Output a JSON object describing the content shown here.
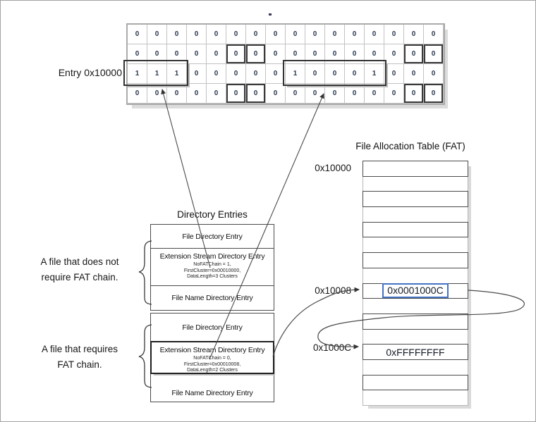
{
  "bitmap": {
    "entry_label": "Entry 0x10000",
    "rows": [
      [
        "0",
        "0",
        "0",
        "0",
        "0",
        "0",
        "0",
        "0",
        "0",
        "0",
        "0",
        "0",
        "0",
        "0",
        "0",
        "0"
      ],
      [
        "0",
        "0",
        "0",
        "0",
        "0",
        "0",
        "0",
        "0",
        "0",
        "0",
        "0",
        "0",
        "0",
        "0",
        "0",
        "0"
      ],
      [
        "1",
        "1",
        "1",
        "0",
        "0",
        "0",
        "0",
        "0",
        "1",
        "0",
        "0",
        "0",
        "1",
        "0",
        "0",
        "0"
      ],
      [
        "0",
        "0",
        "0",
        "0",
        "0",
        "0",
        "0",
        "0",
        "0",
        "0",
        "0",
        "0",
        "0",
        "0",
        "0",
        "0"
      ]
    ],
    "emphasized_cells": [
      [
        1,
        5
      ],
      [
        1,
        6
      ],
      [
        1,
        14
      ],
      [
        1,
        15
      ],
      [
        3,
        5
      ],
      [
        3,
        6
      ],
      [
        3,
        14
      ],
      [
        3,
        15
      ]
    ]
  },
  "captions": {
    "no_fat_chain": [
      "A file that does not",
      "require FAT chain."
    ],
    "fat_chain": [
      "A file that requires",
      "FAT chain."
    ]
  },
  "directory": {
    "title": "Directory Entries",
    "groups": [
      {
        "entries": [
          {
            "label": "File Directory Entry"
          },
          {
            "label": "Extension Stream Directory Entry",
            "details": [
              "NoFATChain = 1,",
              "FirstCluster=0x00010000,",
              "DataLength=3 Clusters"
            ]
          },
          {
            "label": "File Name Directory Entry"
          }
        ]
      },
      {
        "entries": [
          {
            "label": "File Directory Entry"
          },
          {
            "label": "Extension Stream Directory Entry",
            "details": [
              "NoFATChain = 0,",
              "FirstCluster=0x00010008,",
              "DataLength=2 Clusters"
            ]
          },
          {
            "label": "File Name Directory Entry"
          }
        ]
      }
    ]
  },
  "fat": {
    "title": "File Allocation Table (FAT)",
    "row_count": 16,
    "labels": [
      {
        "text": "0x10000",
        "row": 0
      },
      {
        "text": "0x10008",
        "row": 8
      },
      {
        "text": "0x1000C",
        "row": 12
      }
    ],
    "values": [
      {
        "row": 8,
        "text": "0x0001000C",
        "boxed": true
      },
      {
        "row": 12,
        "text": "0xFFFFFFFF",
        "boxed": false
      }
    ]
  },
  "colors": {
    "value_box_border": "#4472C4",
    "connector": "#4a4a4a",
    "highlight_border": "#333333"
  }
}
